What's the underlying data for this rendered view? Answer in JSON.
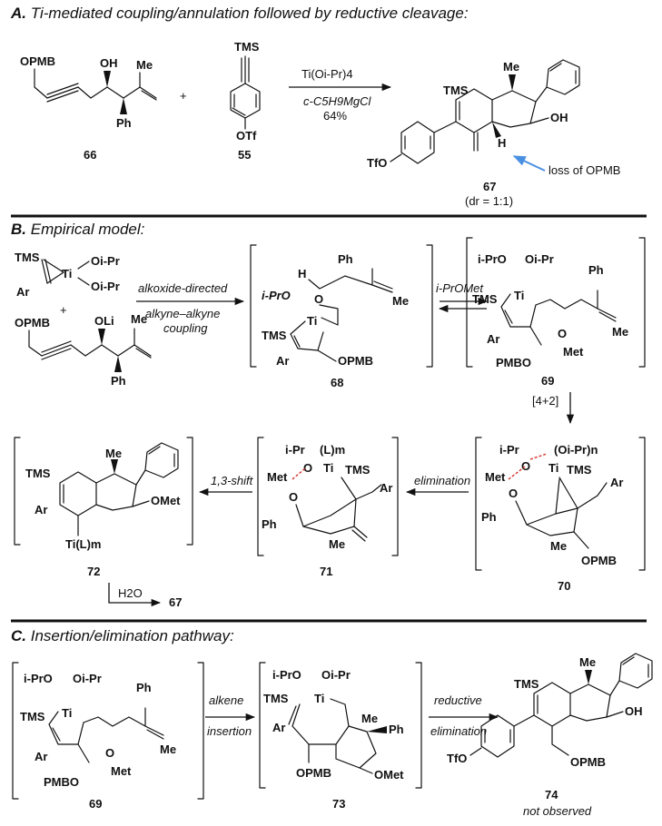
{
  "sections": {
    "A": {
      "letter": "A.",
      "title": "Ti-mediated coupling/annulation followed by reductive cleavage:"
    },
    "B": {
      "letter": "B.",
      "title": "Empirical model:"
    },
    "C": {
      "letter": "C.",
      "title": "Insertion/elimination pathway:"
    }
  },
  "compounds": {
    "c66": "66",
    "c55": "55",
    "c67": "67",
    "dr": "(dr = 1:1)",
    "c68": "68",
    "c69": "69",
    "c70": "70",
    "c71": "71",
    "c72": "72",
    "c69b": "69",
    "c73": "73",
    "c74": "74",
    "not_observed": "not observed"
  },
  "reagents": {
    "a_line1": "Ti(Oi-Pr)4",
    "a_line2": "c-C5H9MgCl",
    "a_yield": "64%",
    "plus": "+",
    "b_arrow_top": "alkoxide-directed",
    "b_arrow_bottom1": "alkyne–alkyne",
    "b_arrow_bottom2": "coupling",
    "b_eq": "i-PrOMet",
    "b_42": "[4+2]",
    "b_elim": "elimination",
    "b_shift": "1,3-shift",
    "b_h2o": "H2O",
    "b_67": "67",
    "c_arrow1_top": "alkene",
    "c_arrow1_bottom": "insertion",
    "c_arrow2_top": "reductive",
    "c_arrow2_bottom": "elimination"
  },
  "annotations": {
    "loss": "loss of OPMB"
  },
  "atoms": {
    "TMS": "TMS",
    "Me": "Me",
    "OH": "OH",
    "Ph": "Ph",
    "OPMB": "OPMB",
    "OTf": "OTf",
    "TfO": "TfO",
    "H": "H",
    "Ti": "Ti",
    "Ar": "Ar",
    "OiPr": "Oi-Pr",
    "iPrO": "i-PrO",
    "OLi": "OLi",
    "O": "O",
    "Met": "Met",
    "OMet": "OMet",
    "PMBO": "PMBO",
    "iPr": "i-Pr",
    "Lm": "(L)m",
    "OiPrn": "(Oi-Pr)n",
    "TiLm": "Ti(L)m"
  },
  "colors": {
    "arrow_blue": "#4a90e2",
    "dash_red": "#d4332b"
  }
}
